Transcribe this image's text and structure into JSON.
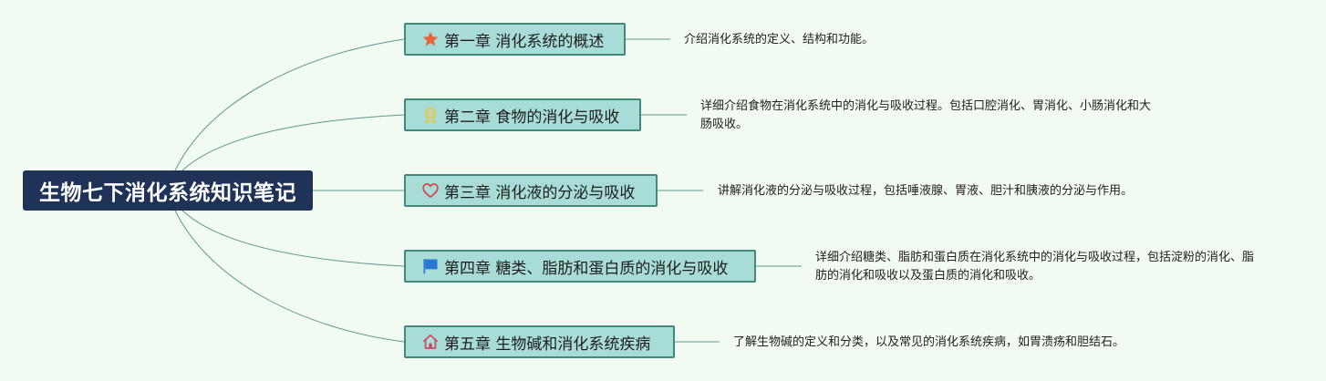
{
  "root": {
    "title": "生物七下消化系统知识笔记"
  },
  "chapters": [
    {
      "label": "第一章 消化系统的概述",
      "icon": "star-icon",
      "icon_color": "#e8633a",
      "summary": "介绍消化系统的定义、结构和功能。"
    },
    {
      "label": "第二章 食物的消化与吸收",
      "icon": "award-ribbon-icon",
      "icon_color": "#e6c84a",
      "summary": "详细介绍食物在消化系统中的消化与吸收过程。包括口腔消化、胃消化、小肠消化和大肠吸收。"
    },
    {
      "label": "第三章 消化液的分泌与吸收",
      "icon": "heart-outline-icon",
      "icon_color": "#d8404a",
      "summary": "讲解消化液的分泌与吸收过程，包括唾液腺、胃液、胆汁和胰液的分泌与作用。"
    },
    {
      "label": "第四章 糖类、脂肪和蛋白质的消化与吸收",
      "icon": "flag-icon",
      "icon_color": "#2a78d6",
      "summary": "详细介绍糖类、脂肪和蛋白质在消化系统中的消化与吸收过程，包括淀粉的消化、脂肪的消化和吸收以及蛋白质的消化和吸收。"
    },
    {
      "label": "第五章 生物碱和消化系统疾病",
      "icon": "home-icon",
      "icon_color": "#cf4460",
      "summary": "了解生物碱的定义和分类，以及常见的消化系统疾病，如胃溃疡和胆结石。"
    }
  ],
  "colors": {
    "background": "#f1fbf1",
    "root_fill": "#1f3358",
    "node_fill": "#a7dcd7",
    "node_border": "#3f8a78",
    "connector": "#5a9a88"
  }
}
